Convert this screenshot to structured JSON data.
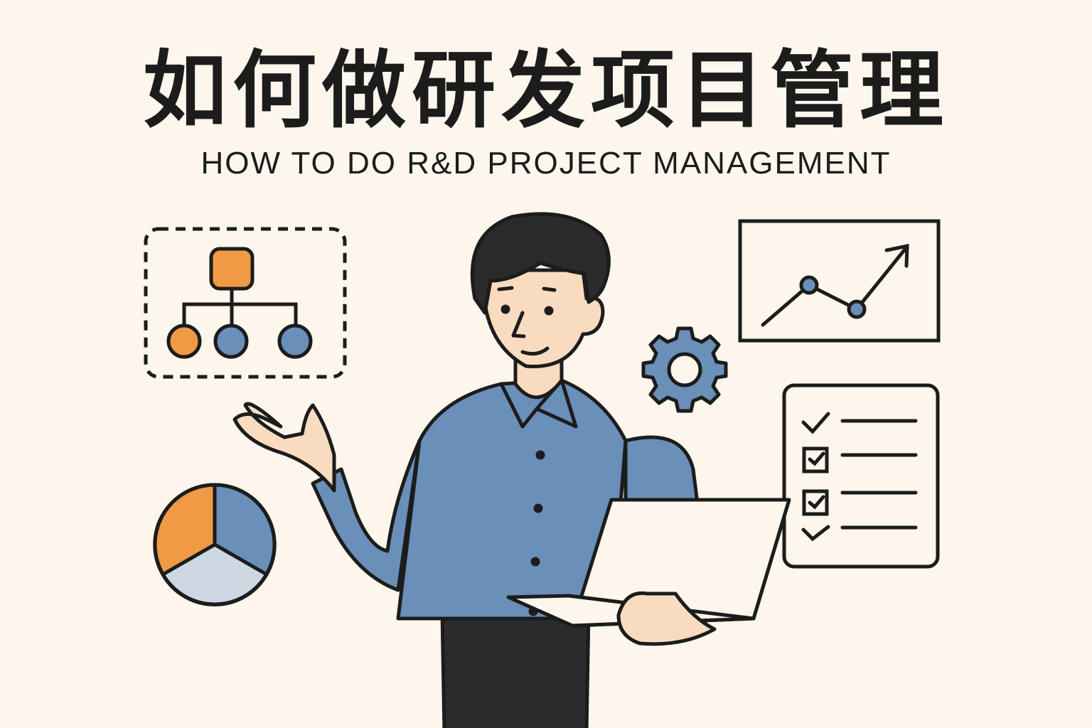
{
  "title": {
    "chinese": "如何做研发项目管理",
    "english": "HOW TO DO R&D PROJECT MANAGEMENT"
  },
  "colors": {
    "background": "#fcf6ec",
    "orange": "#ef9a45",
    "blue": "#6a8fb8",
    "light_blue": "#cdd8e3",
    "outline": "#1c1c1c",
    "skin": "#f9dcc0"
  },
  "illustrations": [
    {
      "name": "org-chart-icon",
      "nodes": [
        "orange-square",
        "orange-circle",
        "blue-circle",
        "blue-circle"
      ]
    },
    {
      "name": "line-chart-icon",
      "trend": "up"
    },
    {
      "name": "gear-icon"
    },
    {
      "name": "checklist-icon",
      "items": 4
    },
    {
      "name": "pie-chart-icon",
      "slices": [
        "orange",
        "blue",
        "light-blue"
      ]
    },
    {
      "name": "person-with-laptop"
    }
  ]
}
